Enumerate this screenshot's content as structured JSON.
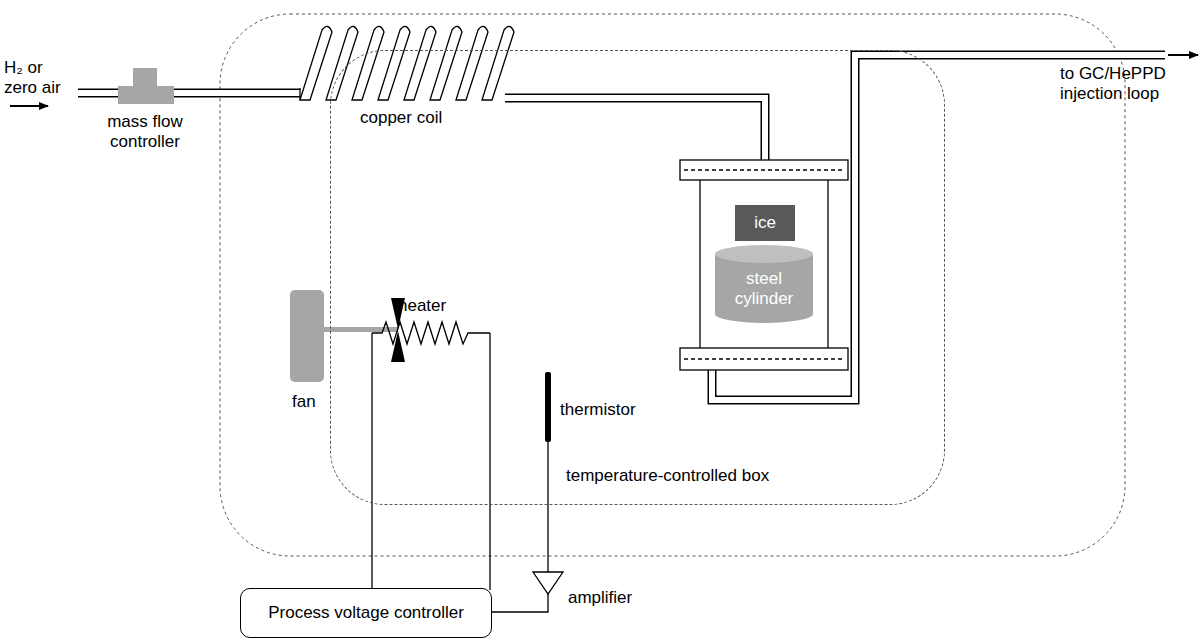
{
  "diagram": {
    "nodes": [
      {
        "text": [
          "temperature-controlled box"
        ]
      },
      {
        "text": [
          "ice"
        ],
        "in": 0
      },
      {
        "text": [
          "steel cylinder"
        ],
        "in": 0
      },
      {
        "text": [
          "Process voltage controller"
        ]
      }
    ],
    "labels": [
      "H₂ or zero air",
      "mass flow controller",
      "copper coil",
      "fan",
      "heater",
      "thermistor",
      "amplifier",
      "to GC/HePPD injection loop"
    ]
  }
}
